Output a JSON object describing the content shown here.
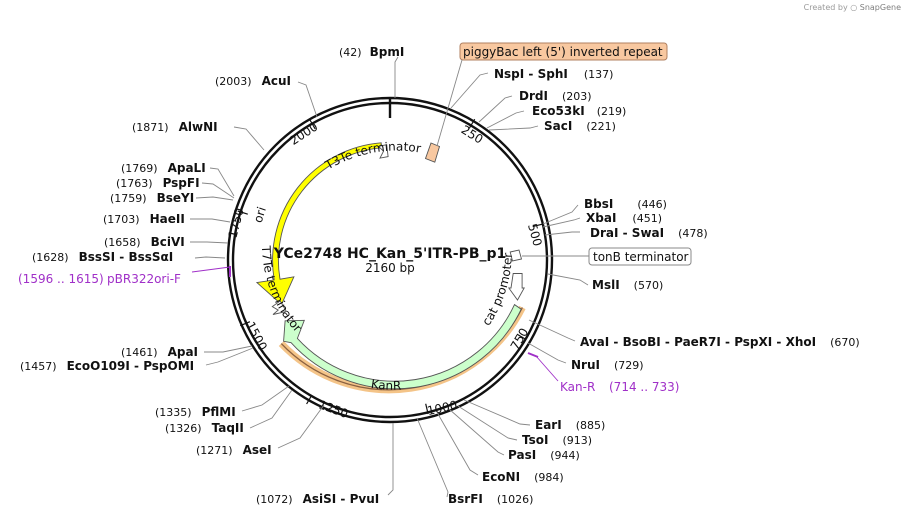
{
  "credit": {
    "text": "Created by",
    "brand": "SnapGene"
  },
  "plasmid": {
    "name": "YCe2748 HC_Kan_5'ITR-PB_p1",
    "size": "2160 bp"
  },
  "ticks": [
    "250",
    "500",
    "750",
    "1000",
    "1250",
    "1500",
    "1750",
    "2000"
  ],
  "features": {
    "ori": "ori",
    "t3te": "T3Te terminator",
    "t7te": "T7Te terminator",
    "cat": "cat promoter",
    "kanr": "KanR",
    "piggybac": "piggyBac left (5') inverted repeat",
    "tonb": "tonB terminator"
  },
  "primers": {
    "pbr": {
      "name": "pBR322ori-F",
      "pos": "(1596 .. 1615)"
    },
    "kan": {
      "name": "Kan-R",
      "pos": "(714 .. 733)"
    }
  },
  "sites": [
    {
      "pos": "(42)",
      "name": "BpmI"
    },
    {
      "name": "NspI",
      "sep": " - ",
      "name2": "SphI",
      "pos": "(137)"
    },
    {
      "name": "DrdI",
      "pos": "(203)"
    },
    {
      "name": "Eco53kI",
      "pos": "(219)"
    },
    {
      "name": "SacI",
      "pos": "(221)"
    },
    {
      "name": "BbsI",
      "pos": "(446)"
    },
    {
      "name": "XbaI",
      "pos": "(451)"
    },
    {
      "name": "DraI",
      "sep": " - ",
      "name2": "SwaI",
      "pos": "(478)"
    },
    {
      "name": "MslI",
      "pos": "(570)"
    },
    {
      "name": "AvaI",
      "sep": " - ",
      "name2": "BsoBI",
      "sep2": " - ",
      "name3": "PaeR7I",
      "sep3": " - ",
      "name4": "PspXI",
      "sep4": " - ",
      "name5": "XhoI",
      "pos": "(670)"
    },
    {
      "name": "NruI",
      "pos": "(729)"
    },
    {
      "name": "EarI",
      "pos": "(885)"
    },
    {
      "name": "TsoI",
      "pos": "(913)"
    },
    {
      "name": "PasI",
      "pos": "(944)"
    },
    {
      "name": "EcoNI",
      "pos": "(984)"
    },
    {
      "name": "BsrFI",
      "pos": "(1026)"
    },
    {
      "pos": "(1072)",
      "name": "AsiSI",
      "sep": " - ",
      "name2": "PvuI"
    },
    {
      "pos": "(1271)",
      "name": "AseI"
    },
    {
      "pos": "(1326)",
      "name": "TaqII"
    },
    {
      "pos": "(1335)",
      "name": "PflMI"
    },
    {
      "pos": "(1457)",
      "name": "EcoO109I",
      "sep": " - ",
      "name2": "PspOMI"
    },
    {
      "pos": "(1461)",
      "name": "ApaI"
    },
    {
      "pos": "(1628)",
      "name": "BssSI",
      "sep": " - ",
      "name2": "BssSαI"
    },
    {
      "pos": "(1658)",
      "name": "BciVI"
    },
    {
      "pos": "(1703)",
      "name": "HaeII"
    },
    {
      "pos": "(1759)",
      "name": "BseYI"
    },
    {
      "pos": "(1763)",
      "name": "PspFI"
    },
    {
      "pos": "(1769)",
      "name": "ApaLI"
    },
    {
      "pos": "(1871)",
      "name": "AlwNI"
    },
    {
      "pos": "(2003)",
      "name": "AcuI"
    }
  ],
  "colors": {
    "ori": "#ffff00",
    "marker": "#ccffcc",
    "promoter": "#ffffff",
    "inverted_repeat": "#f8c8a0",
    "primer": "#a030c8",
    "highlight": "#f0b060"
  }
}
